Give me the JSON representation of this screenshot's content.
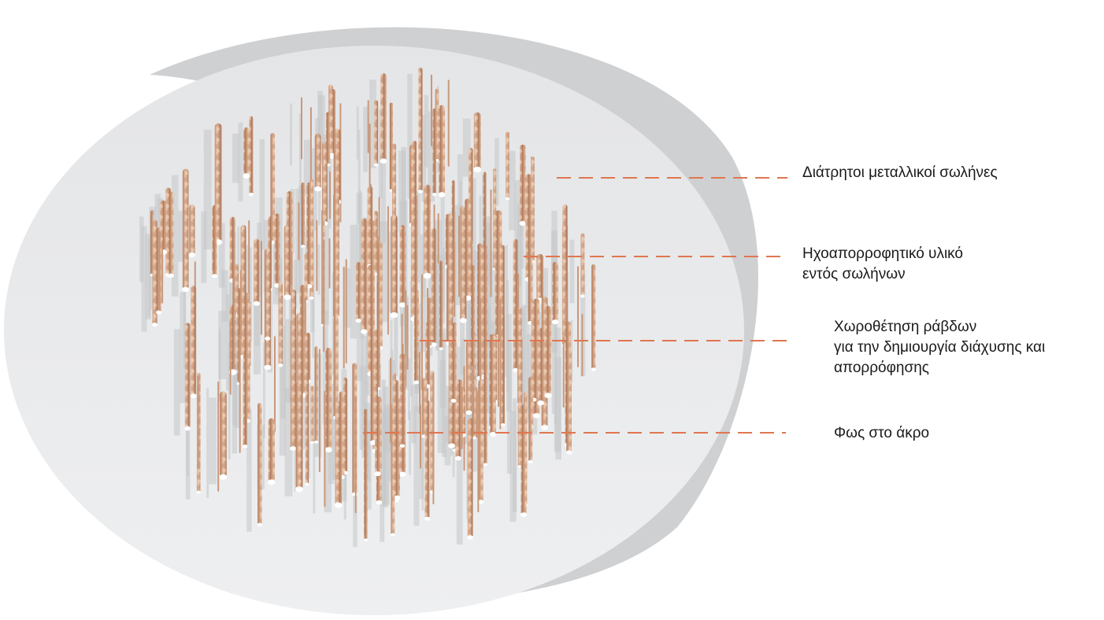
{
  "labels": {
    "perforated": [
      "Διάτρητοι μεταλλικοί σωλήνες"
    ],
    "absorbent": [
      "Ηχοαπορροφητικό υλικό",
      "εντός σωλήνων"
    ],
    "placement": [
      "Χωροθέτηση ράβδων",
      "για την δημιουργία διάχυσης και",
      "απορρόφησης"
    ],
    "light": [
      "Φως στο άκρο"
    ]
  },
  "colors": {
    "leader_line": "#e0764f",
    "dish_face": "#e9eaec",
    "dish_rim": "#c9cacc",
    "rod_light": "#e2b79a",
    "rod_dark": "#b88466",
    "shadow": "#c4c6c9"
  }
}
